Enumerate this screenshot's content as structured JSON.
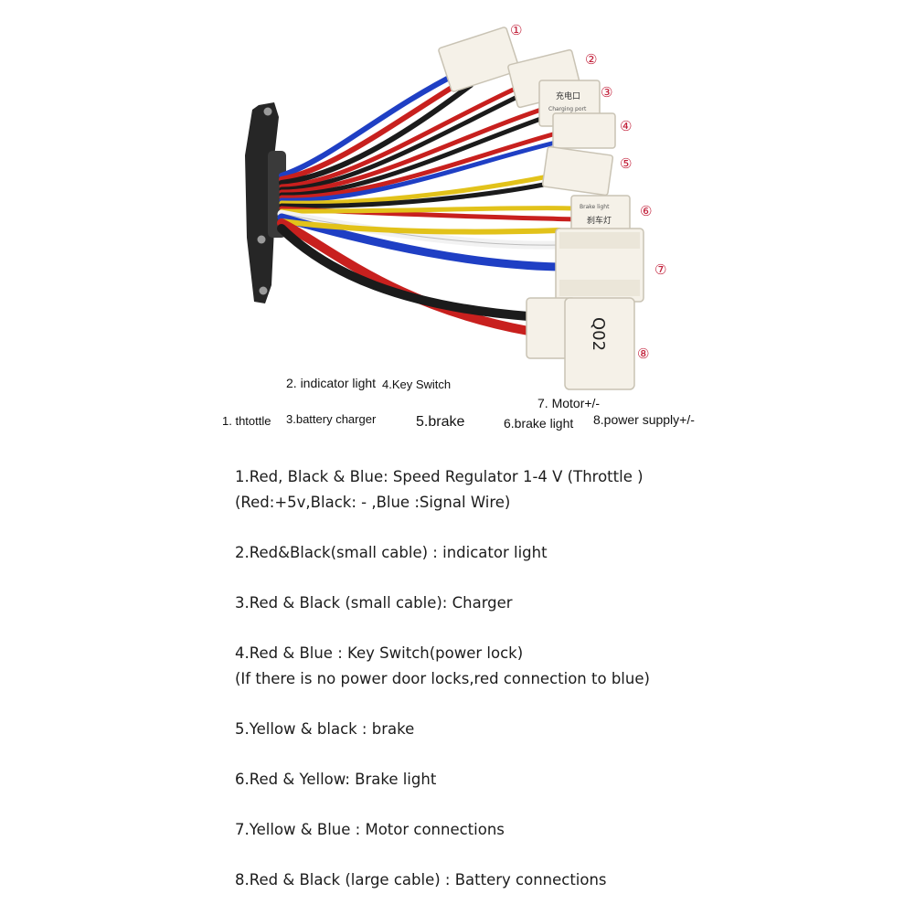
{
  "connector_numbers": [
    "①",
    "②",
    "③",
    "④",
    "⑤",
    "⑥",
    "⑦",
    "⑧"
  ],
  "connector_labels": {
    "charging_port_cn": "充电口",
    "charging_port_en": "Charging port",
    "brake_light_en": "Brake light",
    "brake_light_cn": "刹车灯",
    "plug_code": "Q02"
  },
  "captions": {
    "indicator_light": "2. indicator light",
    "key_switch": "4.Key Switch",
    "motor": "7. Motor+/-",
    "throttle": "1. thtottle",
    "battery_charger": "3.battery charger",
    "brake": "5.brake",
    "brake_light": "6.brake light",
    "power_supply": "8.power supply+/-"
  },
  "descriptions": [
    {
      "line1": "1.Red, Black & Blue: Speed Regulator 1-4 V (Throttle )",
      "line2": "(Red:+5v,Black: - ,Blue :Signal Wire)"
    },
    {
      "line1": "2.Red&Black(small cable) : indicator light",
      "line2": ""
    },
    {
      "line1": "3.Red & Black (small cable): Charger",
      "line2": ""
    },
    {
      "line1": "4.Red & Blue : Key Switch(power lock)",
      "line2": "(If there is no power door locks,red connection to blue)"
    },
    {
      "line1": "5.Yellow & black : brake",
      "line2": ""
    },
    {
      "line1": "6.Red & Yellow: Brake light",
      "line2": ""
    },
    {
      "line1": "7.Yellow & Blue : Motor connections",
      "line2": ""
    },
    {
      "line1": "8.Red & Black (large cable) : Battery connections",
      "line2": ""
    }
  ],
  "colors": {
    "red_wire": "#c8201e",
    "black_wire": "#1b1b1b",
    "blue_wire": "#1f3fc4",
    "white_wire": "#f2f2f2",
    "yellow_wire": "#e2c21a",
    "connector": "#f5f1e8",
    "plate": "#262626",
    "marker": "#c2203a"
  }
}
